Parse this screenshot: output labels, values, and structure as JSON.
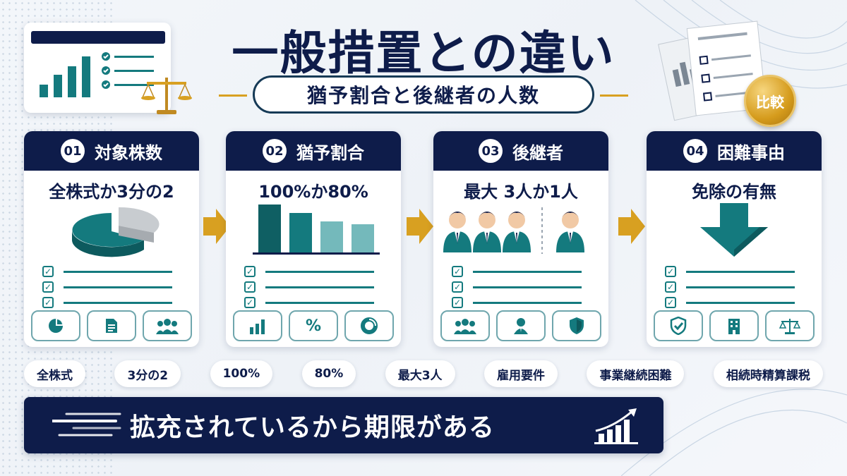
{
  "header": {
    "title": "一般措置との違い",
    "subtitle": "猶予割合と後継者の人数",
    "badge": "比較"
  },
  "colors": {
    "navy": "#0e1c4a",
    "teal": "#147a7e",
    "gold": "#d8a021"
  },
  "cards": [
    {
      "num": "01",
      "title": "対象株数",
      "sub": "全株式か3分の2",
      "icons": [
        "pie-chart-icon",
        "document-icon",
        "group-icon"
      ]
    },
    {
      "num": "02",
      "title": "猶予割合",
      "sub": "100%か80%",
      "icons": [
        "bar-chart-icon",
        "percent-icon",
        "donut-icon"
      ],
      "percent_symbol": "%"
    },
    {
      "num": "03",
      "title": "後継者",
      "sub": "最大 3人か1人",
      "icons": [
        "group-icon",
        "person-icon",
        "shield-icon"
      ]
    },
    {
      "num": "04",
      "title": "困難事由",
      "sub": "免除の有無",
      "icons": [
        "shield-check-icon",
        "building-icon",
        "scales-icon"
      ]
    }
  ],
  "pills": [
    "全株式",
    "3分の2",
    "100%",
    "80%",
    "最大3人",
    "雇用要件",
    "事業継続困難",
    "相続時精算課税"
  ],
  "banner": {
    "text": "拡充されているから期限がある"
  }
}
